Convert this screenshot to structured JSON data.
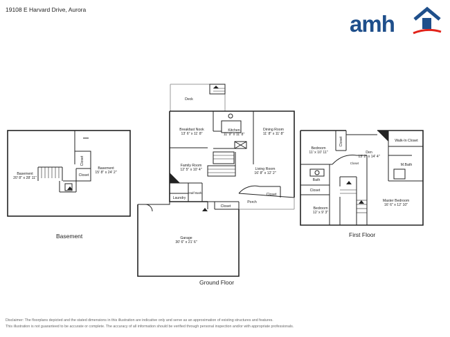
{
  "address": "19108 E Harvard Drive, Aurora",
  "logo": {
    "text": "amh",
    "brand_color": "#1f4f8b",
    "accent_color": "#e2231a",
    "icon": "house-roof-icon"
  },
  "floors": {
    "basement": {
      "label": "Basement",
      "rooms": {
        "basement1": {
          "name": "Basement",
          "dims": "20' 8\" x 28' 11\""
        },
        "basement2": {
          "name": "Basement",
          "dims": "15' 8\" x 24' 2\""
        },
        "closet1": {
          "name": "Closet"
        },
        "closet2": {
          "name": "Closet"
        }
      }
    },
    "ground": {
      "label": "Ground Floor",
      "rooms": {
        "deck": {
          "name": "Deck"
        },
        "breakfast": {
          "name": "Breakfast Nook",
          "dims": "13' 6\" x 11' 8\""
        },
        "kitchen": {
          "name": "Kitchen",
          "dims": "11' 9\" x 11' 8\""
        },
        "dining": {
          "name": "Dining Room",
          "dims": "11' 8\" x 11' 8\""
        },
        "family": {
          "name": "Family Room",
          "dims": "12' 5\" x 10' 4\""
        },
        "living": {
          "name": "Living Room",
          "dims": "16' 8\" x 12' 2\""
        },
        "closet": {
          "name": "Closet"
        },
        "halfbath": {
          "name": "Half Bath"
        },
        "laundry": {
          "name": "Laundry"
        },
        "closet2": {
          "name": "Closet"
        },
        "porch": {
          "name": "Porch"
        },
        "garage": {
          "name": "Garage",
          "dims": "30' 6\" x 21' 6\""
        }
      }
    },
    "first": {
      "label": "First Floor",
      "rooms": {
        "bedroom1": {
          "name": "Bedroom",
          "dims": "11' x 10' 11\""
        },
        "closet1": {
          "name": "Closet"
        },
        "den": {
          "name": "Den",
          "dims": "13' 2\" x 14' 4\""
        },
        "walkin": {
          "name": "Walk-In Closet"
        },
        "mbath": {
          "name": "M.Bath"
        },
        "bath": {
          "name": "Bath"
        },
        "closet2": {
          "name": "Closet"
        },
        "closet3": {
          "name": "Closet"
        },
        "bedroom2": {
          "name": "Bedroom",
          "dims": "12' x 9' 3\""
        },
        "master": {
          "name": "Master Bedroom",
          "dims": "16' 6\" x 12' 10\""
        }
      }
    }
  },
  "disclaimer": {
    "line1": "Disclaimer: The floorplans depicted and the stated dimensions in this illustration are indicative only and serve as an approximation of existing structures and features.",
    "line2": "This illustration is not guaranteed to be accurate or complete. The accuracy of all information should be verified through personal inspection and/or with appropriate professionals."
  }
}
